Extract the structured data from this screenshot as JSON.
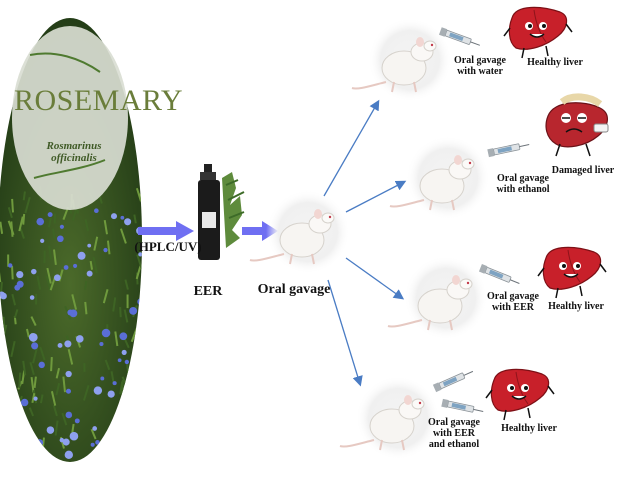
{
  "plant": {
    "title": "ROSEMARY",
    "species": "Rosmarinus officinalis"
  },
  "steps": {
    "analysis": "(HPLC/UV)",
    "extract": "EER",
    "route": "Oral gavage"
  },
  "groups": [
    {
      "treatment": "Oral gavage with water",
      "outcome": "Healthy liver",
      "liver_state": "healthy"
    },
    {
      "treatment": "Oral gavage with ethanol",
      "outcome": "Damaged liver",
      "liver_state": "damaged"
    },
    {
      "treatment": "Oral gavage with EER",
      "outcome": "Healthy liver",
      "liver_state": "healthy"
    },
    {
      "treatment": "Oral gavage with EER and ethanol",
      "outcome": "Healthy liver",
      "liver_state": "healthy"
    }
  ],
  "colors": {
    "arrow_thick": "#6f6ff2",
    "arrow_thin": "#4a7cc4",
    "liver": "#c8202a",
    "rosemary_green": "#5f7f32",
    "flower_blue": "#5a6ed6"
  },
  "icons": [
    "rosemary-plant-icon",
    "spray-bottle-icon",
    "rat-icon",
    "syringe-icon",
    "liver-icon"
  ]
}
